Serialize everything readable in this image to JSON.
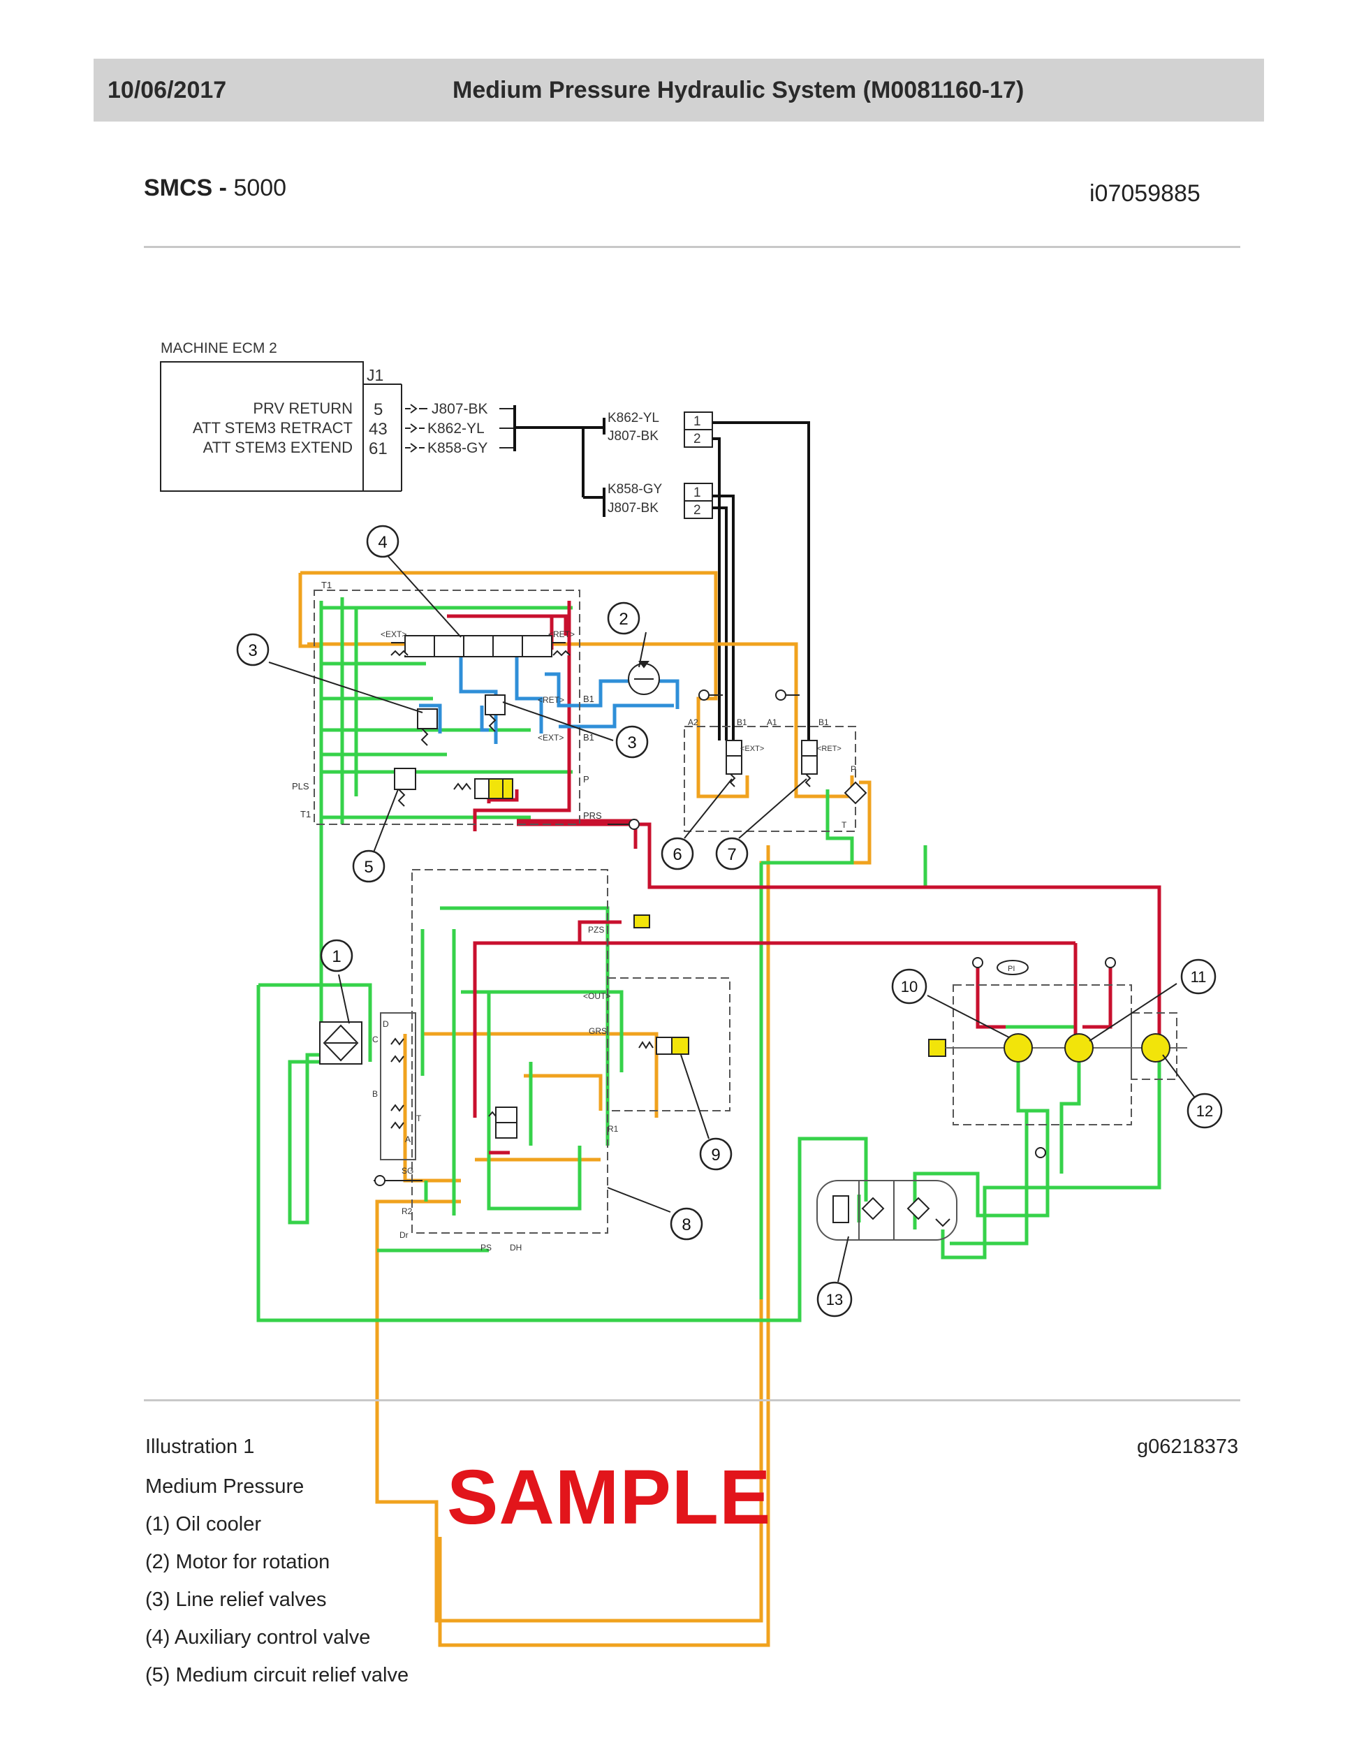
{
  "header": {
    "date": "10/06/2017",
    "title": "Medium Pressure Hydraulic System (M0081160-17)"
  },
  "meta": {
    "smcs_label": "SMCS - ",
    "smcs_value": "5000",
    "doc_id": "i07059885"
  },
  "diagram": {
    "ecm": {
      "title": "MACHINE ECM 2",
      "connector": "J1",
      "pins": [
        {
          "label": "PRV RETURN",
          "pin": "5",
          "wire": "J807-BK"
        },
        {
          "label": "ATT STEM3 RETRACT",
          "pin": "43",
          "wire": "K862-YL"
        },
        {
          "label": "ATT STEM3 EXTEND",
          "pin": "61",
          "wire": "K858-GY"
        }
      ]
    },
    "connectors": [
      {
        "wires": [
          "K862-YL",
          "J807-BK"
        ],
        "pins": [
          "1",
          "2"
        ]
      },
      {
        "wires": [
          "K858-GY",
          "J807-BK"
        ],
        "pins": [
          "1",
          "2"
        ]
      }
    ],
    "callouts": [
      "1",
      "2",
      "3",
      "3",
      "4",
      "5",
      "6",
      "7",
      "8",
      "9",
      "10",
      "11",
      "12",
      "13"
    ],
    "port_labels": {
      "t1": "T1",
      "pls": "PLS",
      "t1b": "T1",
      "p": "P",
      "prs": "PRS",
      "b1": "B1",
      "a1": "A1",
      "a2": "A2",
      "b1b": "B1",
      "pb": "P",
      "t": "T",
      "ext": "<EXT>",
      "ret": "<RET>",
      "ext2": "<EXT>",
      "ret2": "<RET>",
      "ret3": "<RET>",
      "ext3": "<EXT>",
      "b1c": "B1",
      "pzs": "PZS",
      "out": "<OUT>",
      "grs": "GRS",
      "r1": "R1",
      "d": "D",
      "c": "C",
      "b": "B",
      "a": "A",
      "tt": "T",
      "sg": "SG",
      "r2": "R2",
      "dr": "Dr",
      "ps": "PS",
      "dh": "DH",
      "pi": "PI"
    },
    "colors": {
      "green": "#36d24a",
      "orange": "#f0a21e",
      "red": "#c8102e",
      "blue": "#2f8fd8",
      "black": "#111111",
      "yellow": "#f2e40a"
    }
  },
  "caption": {
    "illustration": "Illustration 1",
    "graphic_id": "g06218373",
    "subtitle": "Medium Pressure",
    "items": [
      "(1) Oil cooler",
      "(2) Motor for rotation",
      "(3) Line relief valves",
      "(4) Auxiliary control valve",
      "(5) Medium circuit relief valve"
    ]
  },
  "watermark": "SAMPLE"
}
